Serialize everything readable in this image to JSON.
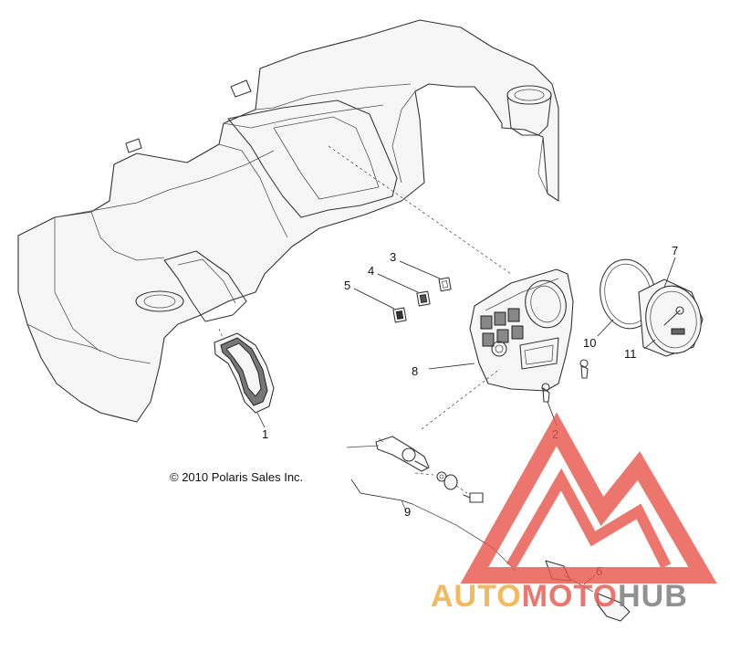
{
  "diagram": {
    "copyright": "© 2010 Polaris Sales Inc.",
    "callouts": [
      {
        "id": "c1",
        "label": "1"
      },
      {
        "id": "c2",
        "label": "2"
      },
      {
        "id": "c3",
        "label": "3"
      },
      {
        "id": "c4",
        "label": "4"
      },
      {
        "id": "c5",
        "label": "5"
      },
      {
        "id": "c6",
        "label": "6"
      },
      {
        "id": "c7",
        "label": "7"
      },
      {
        "id": "c8",
        "label": "8"
      },
      {
        "id": "c9",
        "label": "9"
      },
      {
        "id": "c10",
        "label": "10"
      },
      {
        "id": "c11",
        "label": "11"
      }
    ]
  },
  "watermark": {
    "part1": "AUTO",
    "part2": "MOTO",
    "part3": "HUB",
    "colors": {
      "orange": "#f2a93b",
      "red": "#e8574e",
      "gray": "#7a7a7a"
    }
  }
}
